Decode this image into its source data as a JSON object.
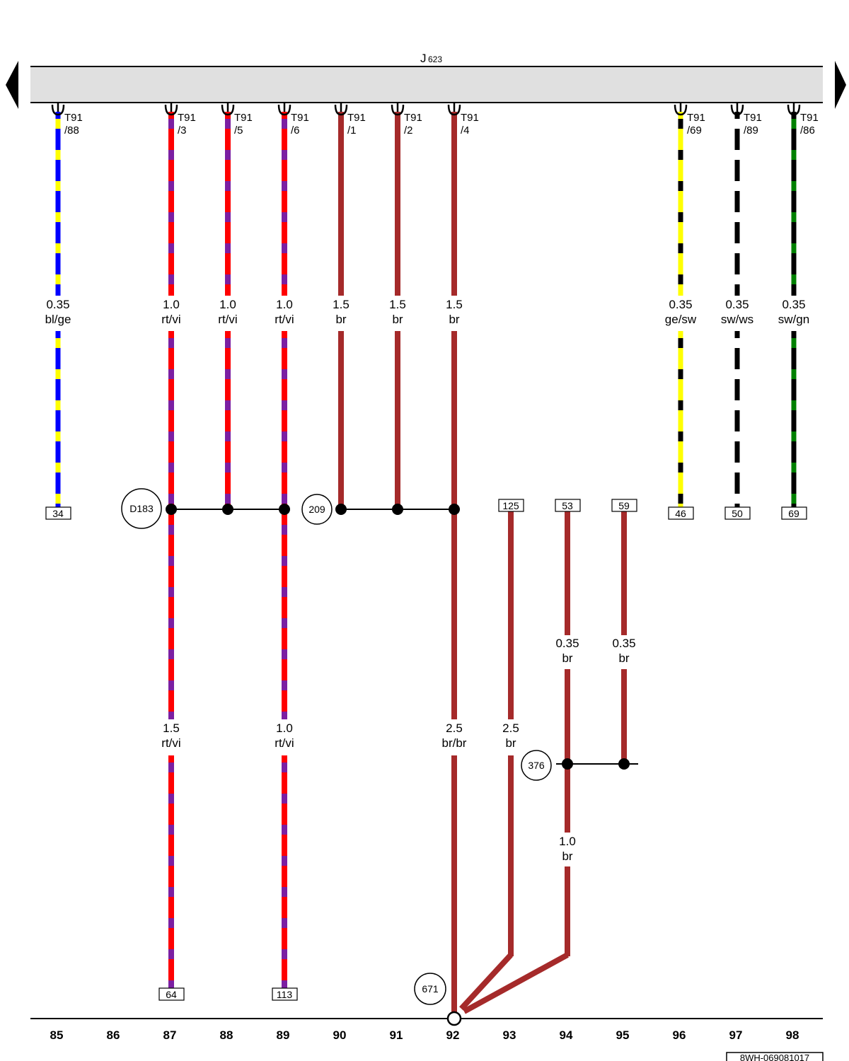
{
  "component": {
    "name": "J",
    "sub": "623"
  },
  "document_id": "8WH-069081017",
  "colors": {
    "rt": "#ff0000",
    "vi": "#7b1fa2",
    "bl": "#0000ff",
    "ge": "#ffff00",
    "sw": "#000000",
    "ws": "#ffffff",
    "gn": "#008000",
    "br": "#a52a2a"
  },
  "column_numbers": [
    "85",
    "86",
    "87",
    "88",
    "89",
    "90",
    "91",
    "92",
    "93",
    "94",
    "95",
    "96",
    "97",
    "98"
  ],
  "wires": [
    {
      "pin": "T91\n/88",
      "size": "0.35",
      "color": "bl/ge",
      "end_box": "34"
    },
    {
      "pin": "T91\n/3",
      "size": "1.0",
      "color": "rt/vi",
      "size2": "1.5",
      "color2": "rt/vi",
      "end_box": "64"
    },
    {
      "pin": "T91\n/5",
      "size": "1.0",
      "color": "rt/vi"
    },
    {
      "pin": "T91\n/6",
      "size": "1.0",
      "color": "rt/vi",
      "size2": "1.0",
      "color2": "rt/vi",
      "end_box": "113"
    },
    {
      "pin": "T91\n/1",
      "size": "1.5",
      "color": "br"
    },
    {
      "pin": "T91\n/2",
      "size": "1.5",
      "color": "br"
    },
    {
      "pin": "T91\n/4",
      "size": "1.5",
      "color": "br",
      "size2": "2.5",
      "color2": "br/br"
    },
    {
      "pin": "T91\n/69",
      "size": "0.35",
      "color": "ge/sw",
      "end_box": "46"
    },
    {
      "pin": "T91\n/89",
      "size": "0.35",
      "color": "sw/ws",
      "end_box": "50"
    },
    {
      "pin": "T91\n/86",
      "size": "0.35",
      "color": "sw/gn",
      "end_box": "69"
    },
    {
      "start_box": "125",
      "size": "2.5",
      "color": "br"
    },
    {
      "start_box": "53",
      "size": "0.35",
      "color": "br",
      "size2": "1.0",
      "color2": "br"
    },
    {
      "start_box": "59",
      "size": "0.35",
      "color": "br"
    }
  ],
  "splices": [
    "D183",
    "209",
    "376"
  ],
  "ground_point": "671"
}
